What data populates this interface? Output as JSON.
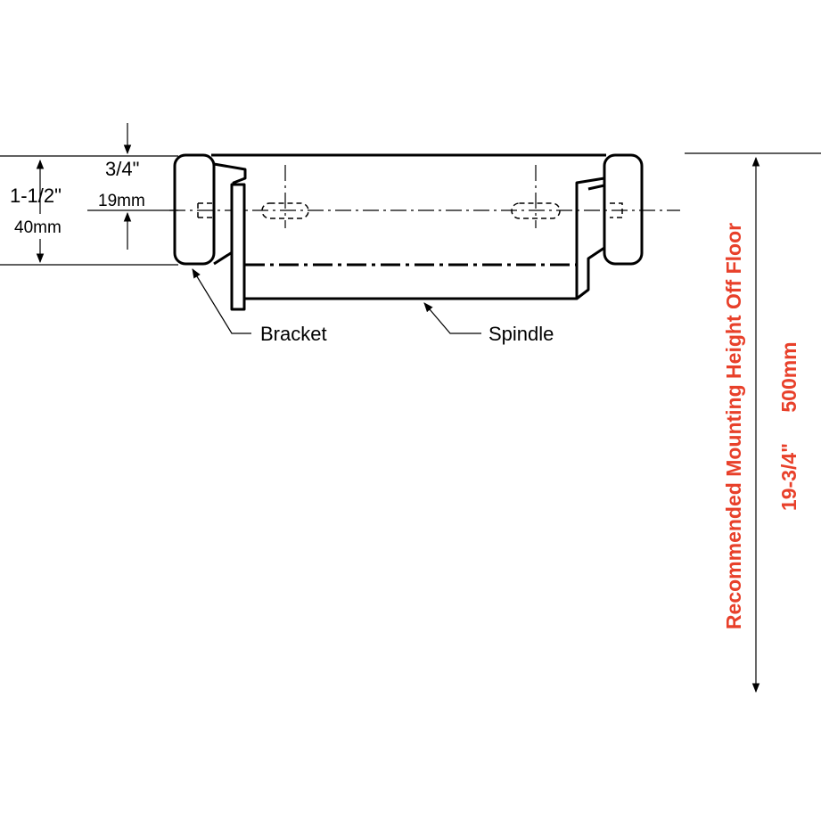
{
  "dimensions": {
    "depth_in": "3/4\"",
    "depth_mm": "19mm",
    "height_in": "1-1/2\"",
    "height_mm": "40mm"
  },
  "labels": {
    "bracket": "Bracket",
    "spindle": "Spindle"
  },
  "mounting": {
    "title": "Recommended Mounting Height Off Floor",
    "value_in": "19-3/4\"",
    "value_mm": "500mm",
    "color": "#e8402a"
  }
}
